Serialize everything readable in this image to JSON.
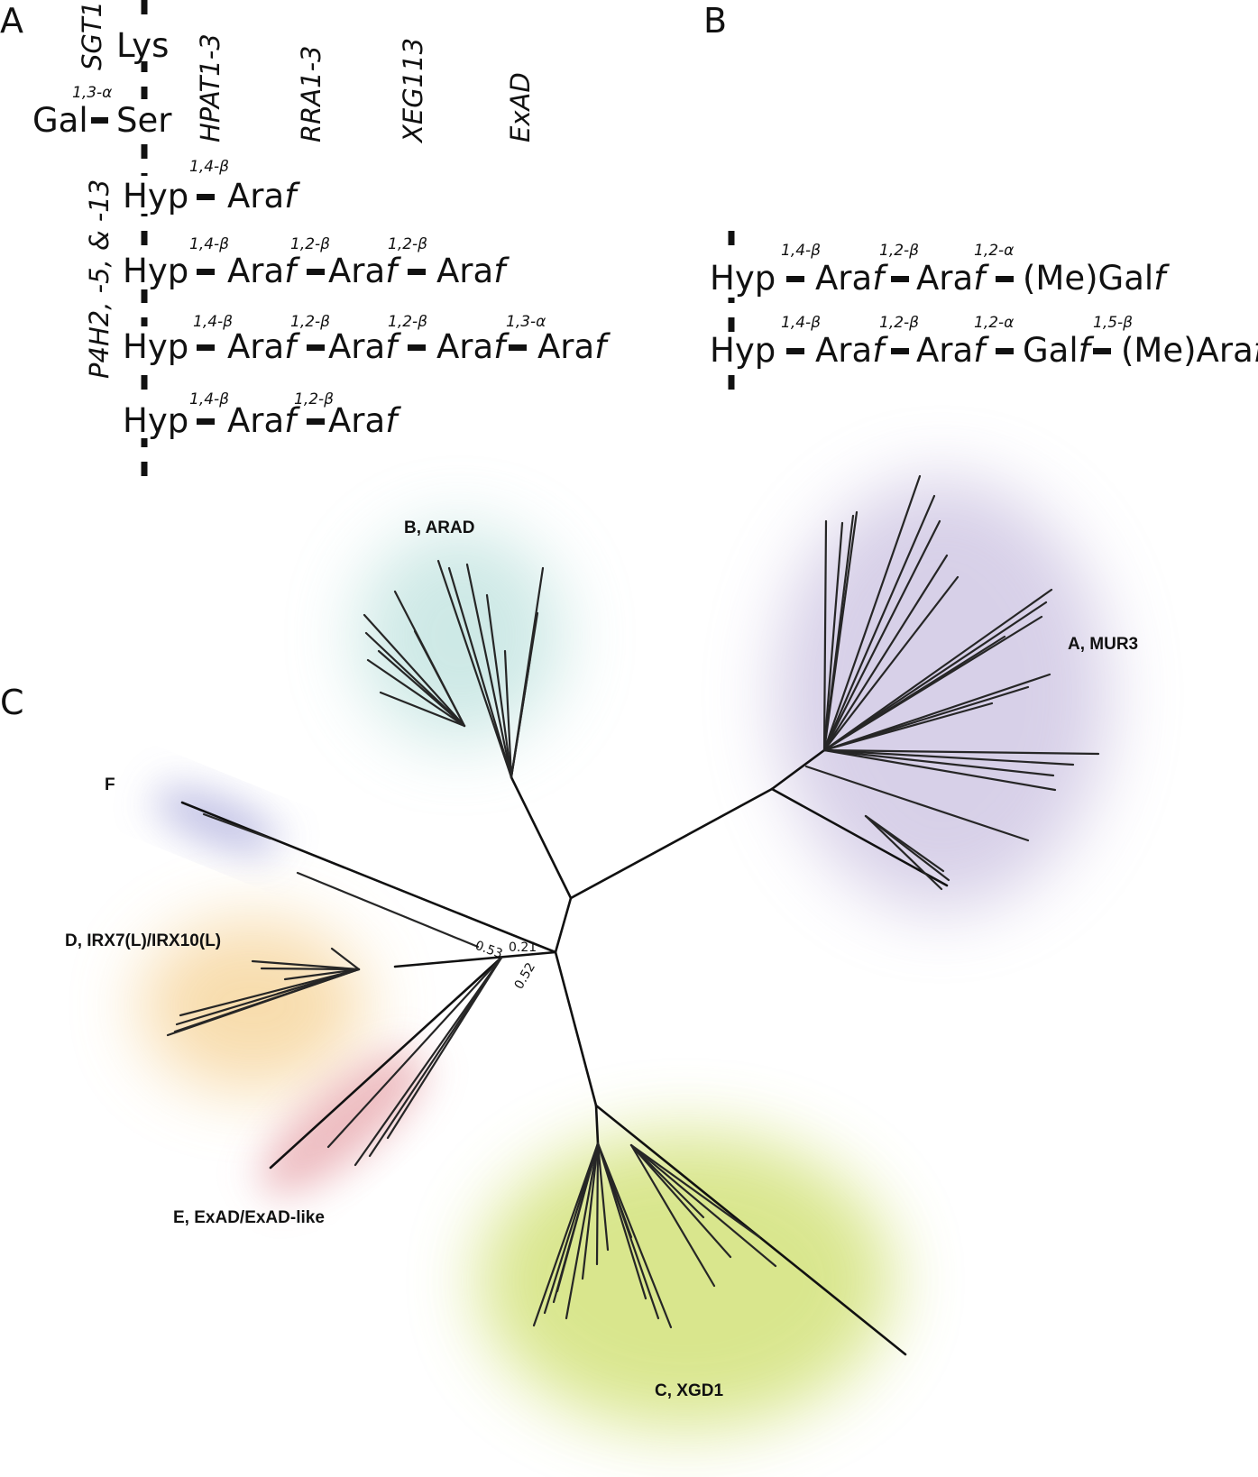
{
  "panels": {
    "a": "A",
    "b": "B",
    "c": "C"
  },
  "panel_a": {
    "genes": {
      "sgt1": "SGT1",
      "hpat": "HPAT1-3",
      "rra": "RRA1-3",
      "xeg": "XEG113",
      "exad": "ExAD",
      "p4h": "P4H2, -5, & -13"
    },
    "top": {
      "lys": "Lys",
      "gal": "Gal",
      "ser": "Ser",
      "bond": "1,3-α"
    },
    "chains": [
      {
        "bonds": [
          "1,4-β"
        ]
      },
      {
        "bonds": [
          "1,4-β",
          "1,2-β",
          "1,2-β"
        ]
      },
      {
        "bonds": [
          "1,4-β",
          "1,2-β",
          "1,2-β",
          "1,3-α"
        ]
      },
      {
        "bonds": [
          "1,4-β",
          "1,2-β"
        ]
      }
    ]
  },
  "panel_b": {
    "chains": [
      {
        "bonds": [
          "1,4-β",
          "1,2-β",
          "1,2-α"
        ],
        "end": "(Me)Gal"
      },
      {
        "bonds": [
          "1,4-β",
          "1,2-β",
          "1,2-α",
          "1,5-β"
        ],
        "mid": "Gal",
        "end": "(Me)Ara"
      }
    ]
  },
  "residues": {
    "hyp": "Hyp",
    "ara": "Ara",
    "f": "f"
  },
  "chart_data": {
    "type": "unrooted phylogenetic tree",
    "clades": [
      {
        "label": "A, MUR3",
        "color": "#b7aad6"
      },
      {
        "label": "B, ARAD",
        "color": "#b9e0dc"
      },
      {
        "label": "C, XGD1",
        "color": "#d3e27a"
      },
      {
        "label": "D, IRX7(L)/IRX10(L)",
        "color": "#f6d49a"
      },
      {
        "label": "E, ExAD/ExAD-like",
        "color": "#eab0b6"
      },
      {
        "label": "F",
        "color": "#b6b6e0"
      }
    ],
    "support_values": [
      "0.53",
      "0.21",
      "0.52"
    ]
  }
}
